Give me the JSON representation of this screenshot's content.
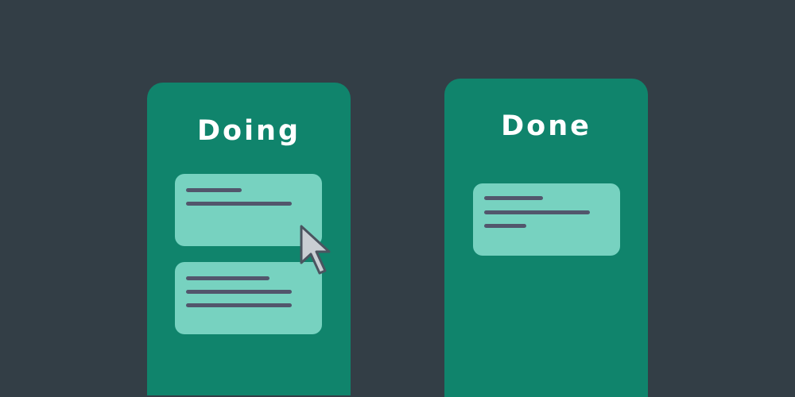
{
  "columns": [
    {
      "id": "doing",
      "title": "Doing",
      "cards": [
        {
          "lines": 2
        },
        {
          "lines": 3
        }
      ]
    },
    {
      "id": "done",
      "title": "Done",
      "cards": [
        {
          "lines": 3
        }
      ]
    }
  ],
  "colors": {
    "background": "#333e46",
    "column": "#10846c",
    "card": "#77d2c0",
    "text_line": "#52566c",
    "title_text": "#ffffff"
  },
  "icons": {
    "pointer": "mouse-pointer-icon"
  }
}
